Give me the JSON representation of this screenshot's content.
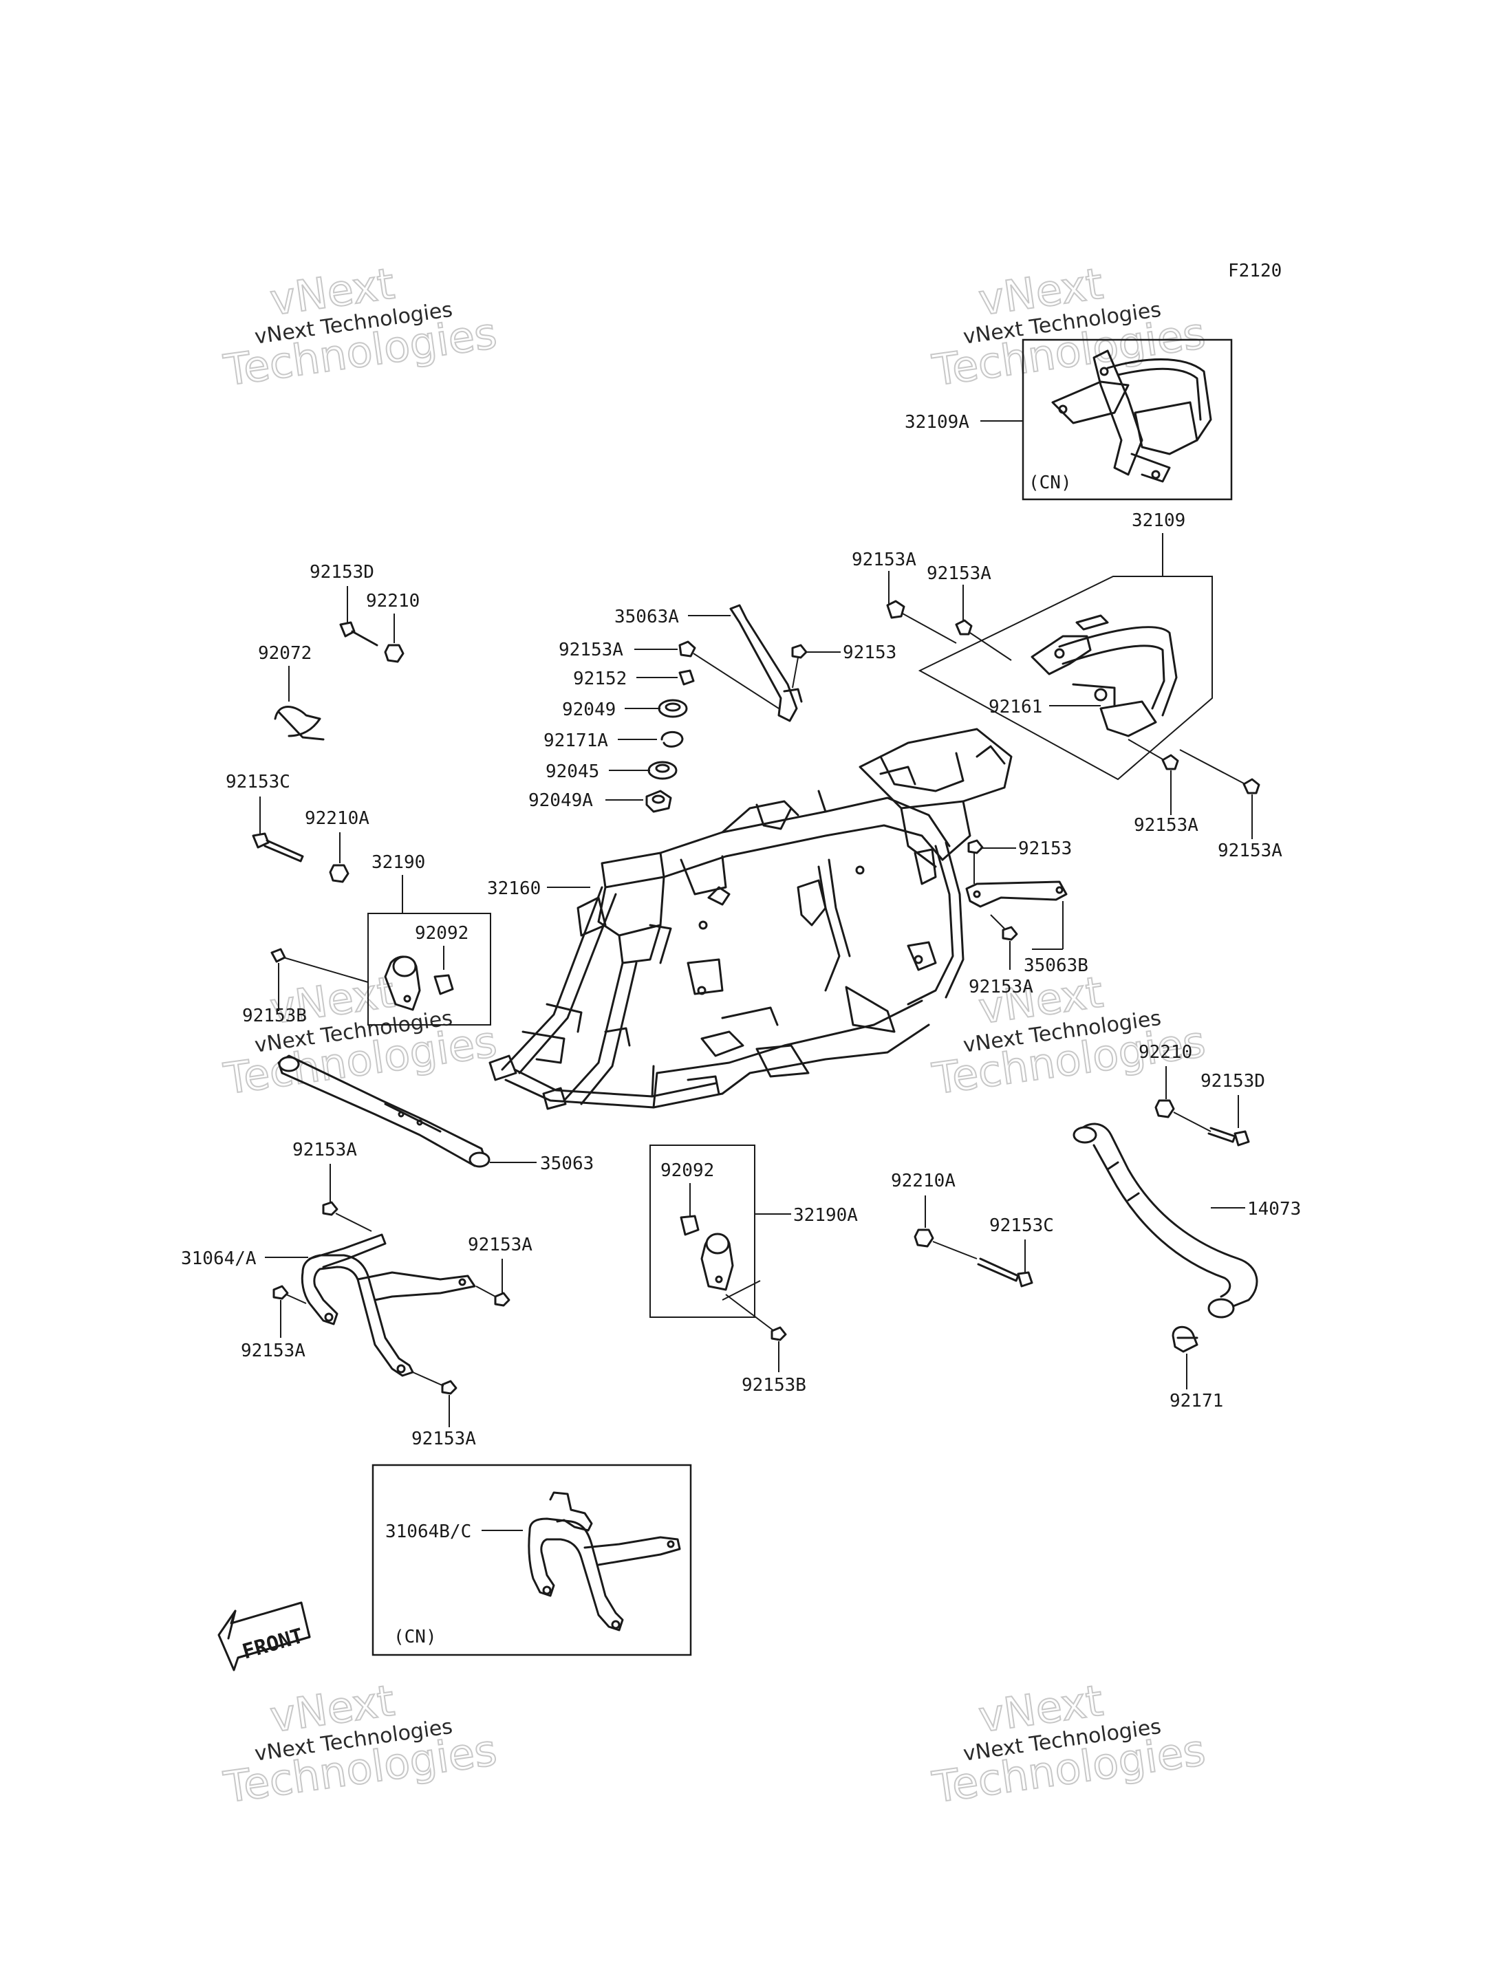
{
  "diagram_code": "F2120",
  "watermark": {
    "line1": "vNext",
    "line2": "vNext Technologies",
    "line3": "Technologies"
  },
  "front_arrow": "FRONT",
  "cn_label": "(CN)",
  "labels": {
    "p32109A": "32109A",
    "p32109": "32109",
    "p92153A_1": "92153A",
    "p92153A_2": "92153A",
    "p92161": "92161",
    "p92153A_3": "92153A",
    "p92153A_4": "92153A",
    "p92153D_top": "92153D",
    "p92210_top": "92210",
    "p92072": "92072",
    "p92153C_left": "92153C",
    "p92210A_left": "92210A",
    "p32190": "32190",
    "p92092_left": "92092",
    "p92153B_left": "92153B",
    "p35063A": "35063A",
    "p92153A_5": "92153A",
    "p92153_1": "92153",
    "p92152": "92152",
    "p92049": "92049",
    "p92171A": "92171A",
    "p92045": "92045",
    "p92049A": "92049A",
    "p32160": "32160",
    "p92153_2": "92153",
    "p35063B": "35063B",
    "p92153A_6": "92153A",
    "p92210_right": "92210",
    "p92153D_right": "92153D",
    "p35063": "35063",
    "p92153A_7": "92153A",
    "p31064A": "31064/A",
    "p92153A_8": "92153A",
    "p92153A_9": "92153A",
    "p92153A_10": "92153A",
    "p92092_mid": "92092",
    "p32190A": "32190A",
    "p92153B_mid": "92153B",
    "p92210A_right": "92210A",
    "p92153C_right": "92153C",
    "p14073": "14073",
    "p92171": "92171",
    "p31064BC": "31064B/C"
  }
}
